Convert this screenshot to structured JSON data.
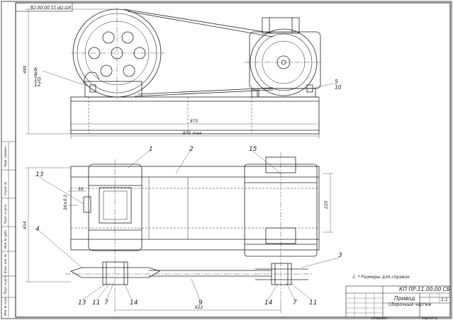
{
  "drawing_code": "КП ПР.11.00.00 СБ",
  "stamp": {
    "code": "КП ПР.11.00.00 СБ",
    "title": "Привод",
    "subtitle": "Сборочный чертеж",
    "scale": "1:1",
    "bottom_left": "Копировал",
    "bottom_right": "Формат А1"
  },
  "note": "1. * Размеры для справок",
  "dimensions": {
    "height_top": "489",
    "length_inner": "875",
    "length_total": "975 max",
    "height_plan": "454",
    "width_left": "50",
    "motor_width": "220",
    "center_distance": "622",
    "small_dim": "36±0.1"
  },
  "callouts": {
    "front": [
      "6",
      "8",
      "10",
      "12",
      "5",
      "10"
    ],
    "plan_top": [
      "1",
      "2",
      "15",
      "13",
      "4",
      "3"
    ],
    "plan_bottom": [
      "13",
      "11",
      "7",
      "14",
      "9",
      "14",
      "7",
      "11"
    ]
  },
  "side_strip": [
    "Перв. примен.",
    "Справ. №",
    "Подп. и дата",
    "Инв. № дубл.",
    "Взам. инв. №",
    "Подп. и дата",
    "Инв. № подл."
  ]
}
